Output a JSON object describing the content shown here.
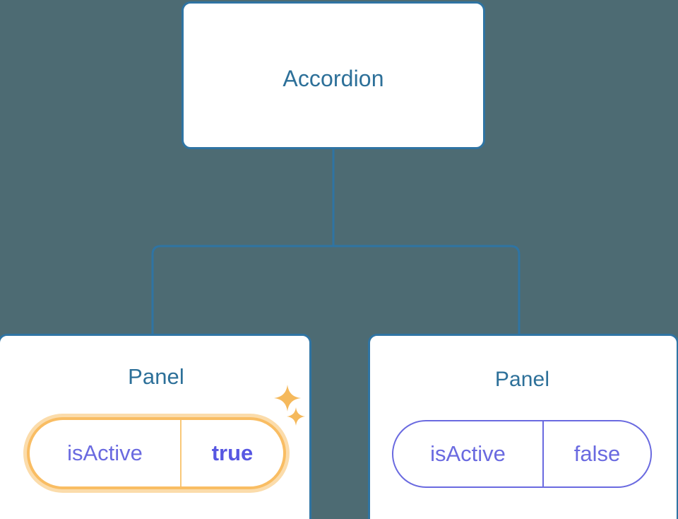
{
  "diagram": {
    "type": "component-tree",
    "background_color": "#4d6b73",
    "connector_color": "#2f74a3",
    "root": {
      "label": "Accordion"
    },
    "children": [
      {
        "label": "Panel",
        "highlighted": true,
        "prop": {
          "key": "isActive",
          "value": "true",
          "emphasis": "bold",
          "key_color": "#6a6ae0",
          "value_color": "#5757e2",
          "ring_color": "#f9bd63",
          "halo_color": "#fbdcab"
        },
        "sparkles": {
          "color": "#f5b95c",
          "count": 2,
          "names": [
            "sparkle-large",
            "sparkle-small"
          ]
        }
      },
      {
        "label": "Panel",
        "highlighted": false,
        "prop": {
          "key": "isActive",
          "value": "false",
          "emphasis": "regular",
          "key_color": "#6a6ae0",
          "value_color": "#6a6ae0",
          "ring_color": "#6a6ae0"
        }
      }
    ],
    "node_title_color": "#2d7099",
    "node_fill": "#ffffff"
  }
}
